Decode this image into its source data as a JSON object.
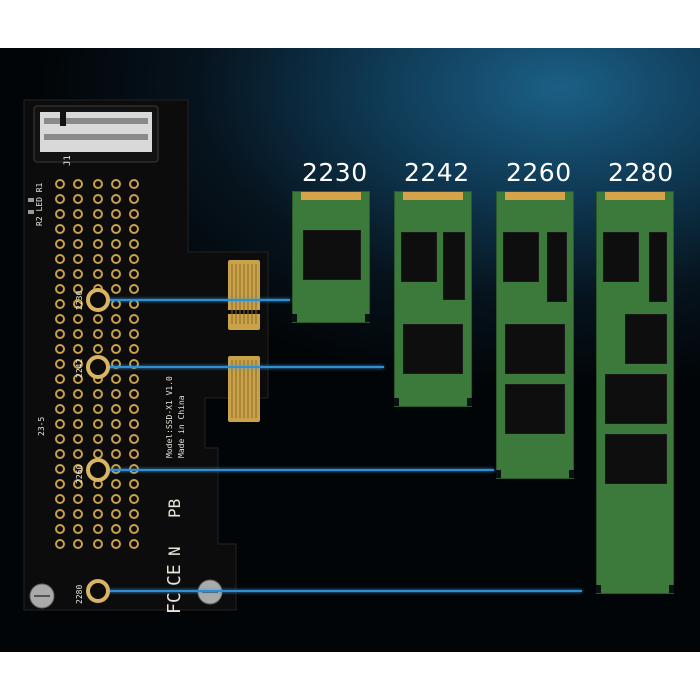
{
  "sizes": [
    "2230",
    "2242",
    "2260",
    "2280"
  ],
  "pcb": {
    "connector_label": "J1",
    "led_labels": "R2 LED R1",
    "model_text": "Model:SSD-X1 V1.0",
    "made_in": "Made in China",
    "hole_labels": [
      "2230",
      "2242",
      "2260",
      "2280"
    ],
    "small_mark": "23-5",
    "cert_marks": [
      "CE",
      "FC",
      "N",
      "PB"
    ]
  },
  "colors": {
    "pcb": "#0c0c0c",
    "ssd_green": "#3b7a3a",
    "gold": "#d6a24a",
    "guide_line": "#2f8fd0"
  }
}
